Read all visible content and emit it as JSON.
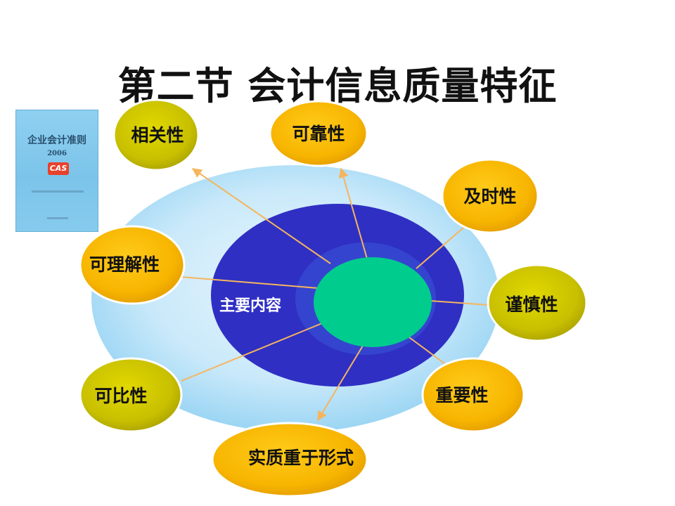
{
  "title": "第二节 会计信息质量特征",
  "book": {
    "title": "企业会计准则",
    "year": "2006",
    "logo": "CAS"
  },
  "center_label": "主要内容",
  "nodes": [
    {
      "label": "相关性",
      "color": "olive"
    },
    {
      "label": "可靠性",
      "color": "orange"
    },
    {
      "label": "及时性",
      "color": "orange"
    },
    {
      "label": "可理解性",
      "color": "orange"
    },
    {
      "label": "谨慎性",
      "color": "olive"
    },
    {
      "label": "可比性",
      "color": "olive"
    },
    {
      "label": "重要性",
      "color": "orange"
    },
    {
      "label": "实质重于形式",
      "color": "orange"
    }
  ],
  "colors": {
    "olive": "#c8c000",
    "orange": "#f7b500",
    "outer_ring": "#bfe4f8",
    "inner_ellipse": "#2f2fc4",
    "center": "#00cc8e",
    "connector": "#f5b55e"
  }
}
